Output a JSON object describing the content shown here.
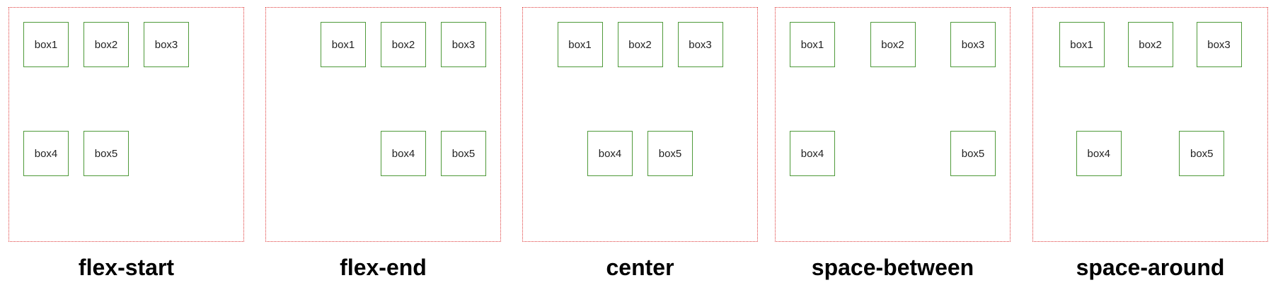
{
  "panels": [
    {
      "mode": "flex-start",
      "label": "flex-start",
      "row1": [
        "box1",
        "box2",
        "box3"
      ],
      "row2": [
        "box4",
        "box5"
      ]
    },
    {
      "mode": "flex-end",
      "label": "flex-end",
      "row1": [
        "box1",
        "box2",
        "box3"
      ],
      "row2": [
        "box4",
        "box5"
      ]
    },
    {
      "mode": "center",
      "label": "center",
      "row1": [
        "box1",
        "box2",
        "box3"
      ],
      "row2": [
        "box4",
        "box5"
      ]
    },
    {
      "mode": "space-between",
      "label": "space-between",
      "row1": [
        "box1",
        "box2",
        "box3"
      ],
      "row2": [
        "box4",
        "box5"
      ]
    },
    {
      "mode": "space-around",
      "label": "space-around",
      "row1": [
        "box1",
        "box2",
        "box3"
      ],
      "row2": [
        "box4",
        "box5"
      ]
    }
  ],
  "colors": {
    "panel_border": "#e03a3a",
    "box_border": "#4f9a3a",
    "box_text": "#222222",
    "label_text": "#000000"
  }
}
